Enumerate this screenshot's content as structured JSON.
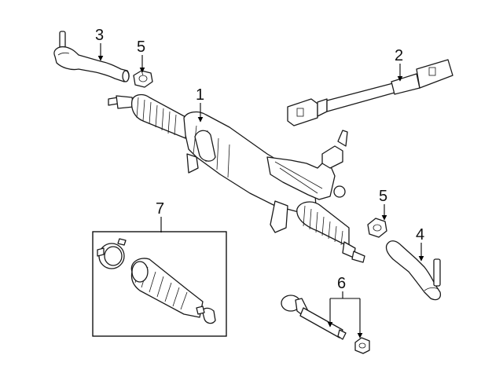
{
  "callouts": [
    {
      "id": "1",
      "label": "1"
    },
    {
      "id": "2",
      "label": "2"
    },
    {
      "id": "3",
      "label": "3"
    },
    {
      "id": "4",
      "label": "4"
    },
    {
      "id": "5a",
      "label": "5"
    },
    {
      "id": "5b",
      "label": "5"
    },
    {
      "id": "6",
      "label": "6"
    },
    {
      "id": "7",
      "label": "7"
    }
  ]
}
